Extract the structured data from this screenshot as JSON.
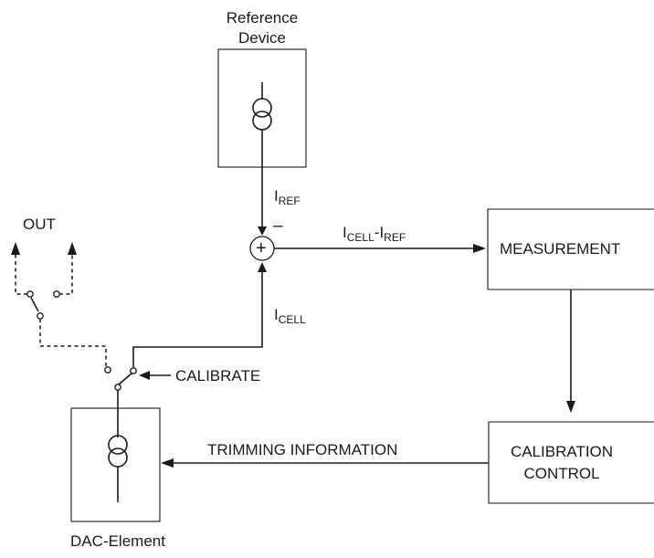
{
  "labels": {
    "reference_line1": "Reference",
    "reference_line2": "Device",
    "out": "OUT",
    "i_ref_main": "I",
    "i_ref_sub": "REF",
    "minus": "–",
    "diff_a_main": "I",
    "diff_a_sub": "CELL",
    "diff_sep": "-",
    "diff_b_main": "I",
    "diff_b_sub": "REF",
    "measurement": "MEASUREMENT",
    "i_cell_main": "I",
    "i_cell_sub": "CELL",
    "calibrate": "CALIBRATE",
    "trimming": "TRIMMING INFORMATION",
    "calibration_line1": "CALIBRATION",
    "calibration_line2": "CONTROL",
    "dac_element": "DAC-Element",
    "sum_symbol": "+"
  }
}
